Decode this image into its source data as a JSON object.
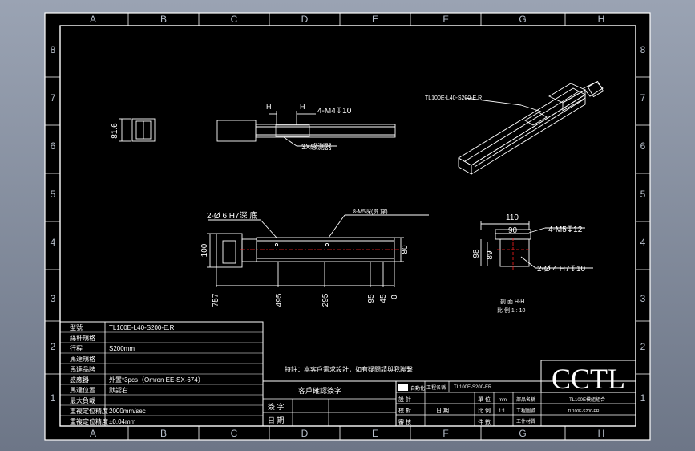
{
  "zone_columns": [
    "A",
    "B",
    "C",
    "D",
    "E",
    "F",
    "G",
    "H"
  ],
  "zone_rows": [
    "8",
    "7",
    "6",
    "5",
    "4",
    "3",
    "2",
    "1"
  ],
  "views": {
    "side_height": "81.6",
    "top_dim_h1": "H",
    "top_dim_h2": "H",
    "top_holes": "4-M4↧10",
    "top_sensor": "3X感測器",
    "iso_label": "TL100E-L40-S200-E.R",
    "front_hole_left": "2-Ø 6 H7深 底",
    "front_hole_mid": "8-M5深(贯 穿)",
    "front_h_left": "100",
    "front_h_right": "80",
    "front_ord_1": "757",
    "front_ord_2": "495",
    "front_ord_3": "295",
    "front_ord_4": "95",
    "front_ord_5": "45",
    "front_ord_6": "0",
    "sec_width": "110",
    "sec_inner": "90",
    "sec_holes": "4-M5↧12",
    "sec_h1": "98",
    "sec_h2": "89",
    "sec_pin": "2-Ø 4 H7↧10",
    "sec_title": "剖 面 H-H",
    "sec_scale": "比 例 1 : 10"
  },
  "spec_table": [
    {
      "label": "型號",
      "value": "TL100E-L40-S200-E.R"
    },
    {
      "label": "絲杆規格",
      "value": ""
    },
    {
      "label": "行程",
      "value": "S200mm"
    },
    {
      "label": "馬達規格",
      "value": ""
    },
    {
      "label": "馬達品牌",
      "value": ""
    },
    {
      "label": "感應器",
      "value": "外置*3pcs（Omron EE-SX-674）"
    },
    {
      "label": "馬達位置",
      "value": "默認右"
    },
    {
      "label": "最大負載",
      "value": ""
    },
    {
      "label": "重複定位精度",
      "value": "2000mm/sec"
    },
    {
      "label": "重複定位精度",
      "value": "±0.04mm"
    }
  ],
  "note": "特註：本客戶需求設計，如有疑問請與我聯繫",
  "customer_confirm": "客戶確認簽字",
  "sign_label": "簽 字",
  "date_label": "日 期",
  "title_block": {
    "logo_text": "自動化",
    "project_label": "工程名稱",
    "drawing_no": "TL100E-S200-ER",
    "design_label": "設 計",
    "check_label": "校 對",
    "audit_label": "審 核",
    "date_label": "日 期",
    "unit_label": "單 位",
    "unit_value": "mm",
    "scale_label": "比 例",
    "scale_value": "1:1",
    "sheet_label": "件 數",
    "part_name_label": "部品名稱",
    "part_name_value": "TL100E模組組合",
    "drawing_no_label": "工程圖號",
    "material_label": "工件材質",
    "drawing_no_value": "TL100E-S200-ER",
    "brand": "CCTL"
  },
  "colors": {
    "background": "#000000",
    "frame": "#ffffff",
    "outer_bg": "#8f98a8",
    "dim": "#ffffff",
    "center_line": "#ff2020",
    "zone_text": "#b8c0cc"
  }
}
